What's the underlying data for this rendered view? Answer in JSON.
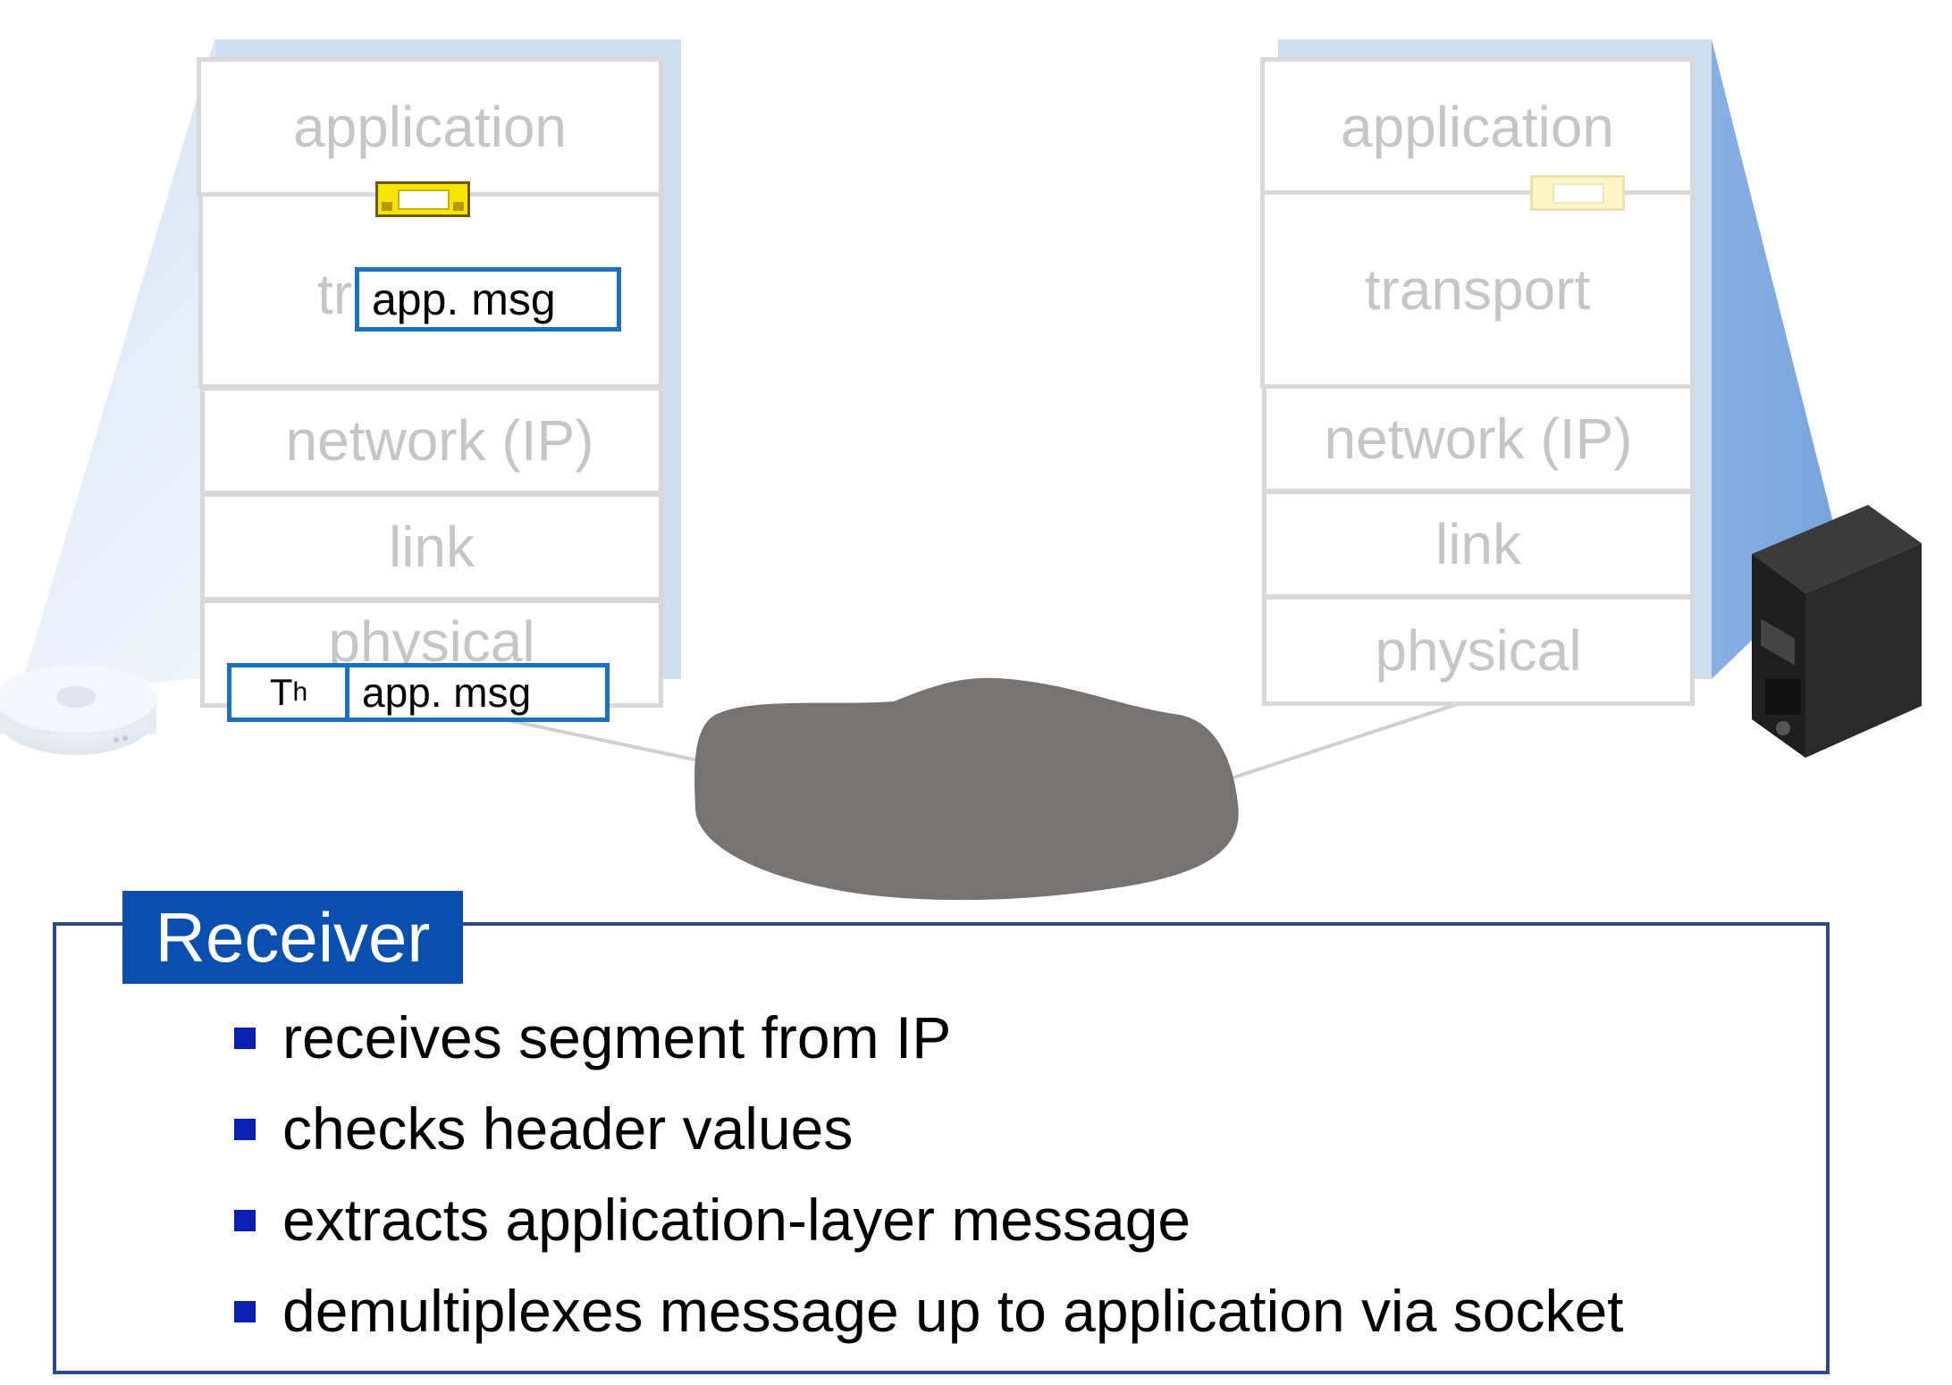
{
  "left_stack": {
    "layers": [
      "application",
      "transport",
      "network (IP)",
      "link",
      "physical"
    ],
    "transport_partial_label": "tr",
    "app_msg_label": "app.  msg",
    "segment": {
      "header_label": "T",
      "header_subscript": "h",
      "payload_label": "app. msg"
    }
  },
  "right_stack": {
    "layers": [
      "application",
      "transport",
      "network (IP)",
      "link",
      "physical"
    ]
  },
  "receiver": {
    "title": "Receiver",
    "bullets": [
      "receives segment from IP",
      "checks header values",
      "extracts application-layer message",
      "demultiplexes message up to application via socket"
    ]
  },
  "colors": {
    "receiver_tag_bg": "#0a4fae",
    "highlight_circle": "#c0111a",
    "message_border": "#1f6fc0",
    "socket_active": "#f7e400",
    "cloud": "#767372"
  }
}
